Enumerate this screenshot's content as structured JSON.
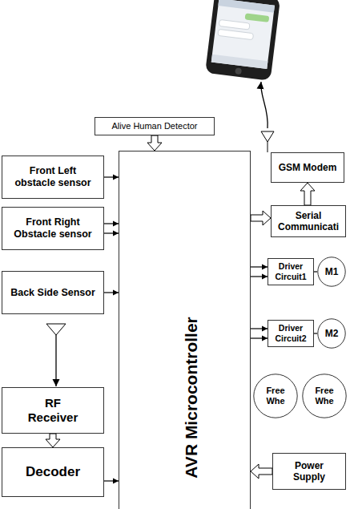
{
  "diagram": {
    "nodes": [
      {
        "text": [
          "Alive Human Detector"
        ]
      },
      {
        "text": [
          "GSM Modem"
        ]
      },
      {
        "text": [
          "Front Left obstacle sensor"
        ]
      },
      {
        "text": [
          "AVR Microcontroller"
        ]
      },
      {
        "text": [
          "Serial Communicati"
        ]
      },
      {
        "text": [
          "Front Right Obstacle sensor"
        ]
      },
      {
        "text": [
          "Driver Circuit1"
        ]
      },
      {
        "text": [
          "M1"
        ]
      },
      {
        "text": [
          "Back Side Sensor"
        ]
      },
      {
        "text": [
          "Driver Circuit2"
        ]
      },
      {
        "text": [
          "M2"
        ]
      },
      {
        "text": [
          "Free Whe"
        ]
      },
      {
        "text": [
          "Free Whe"
        ]
      },
      {
        "text": [
          "RF Receiver"
        ]
      },
      {
        "text": [
          "Decoder"
        ]
      },
      {
        "text": [
          "Power Supply"
        ]
      }
    ],
    "edges": [
      {
        "from": 0,
        "to": 3,
        "arrow": "to"
      },
      {
        "from": 2,
        "to": 3,
        "arrow": "to"
      },
      {
        "from": 5,
        "to": 3,
        "arrow": "to"
      },
      {
        "from": 5,
        "to": 3,
        "arrow": "to"
      },
      {
        "from": 8,
        "to": 3,
        "arrow": "to"
      },
      {
        "from": 13,
        "to": 14,
        "arrow": "to"
      },
      {
        "from": 14,
        "to": 3,
        "arrow": "to"
      },
      {
        "from": 3,
        "to": 4,
        "arrow": "to"
      },
      {
        "from": 4,
        "to": 1,
        "arrow": "to"
      },
      {
        "from": 3,
        "to": 6,
        "arrow": "to"
      },
      {
        "from": 3,
        "to": 6,
        "arrow": "to"
      },
      {
        "from": 6,
        "to": 7,
        "arrow": "none"
      },
      {
        "from": 3,
        "to": 9,
        "arrow": "to"
      },
      {
        "from": 3,
        "to": 9,
        "arrow": "to"
      },
      {
        "from": 9,
        "to": 10,
        "arrow": "none"
      },
      {
        "from": 15,
        "to": 3,
        "arrow": "to"
      }
    ]
  }
}
